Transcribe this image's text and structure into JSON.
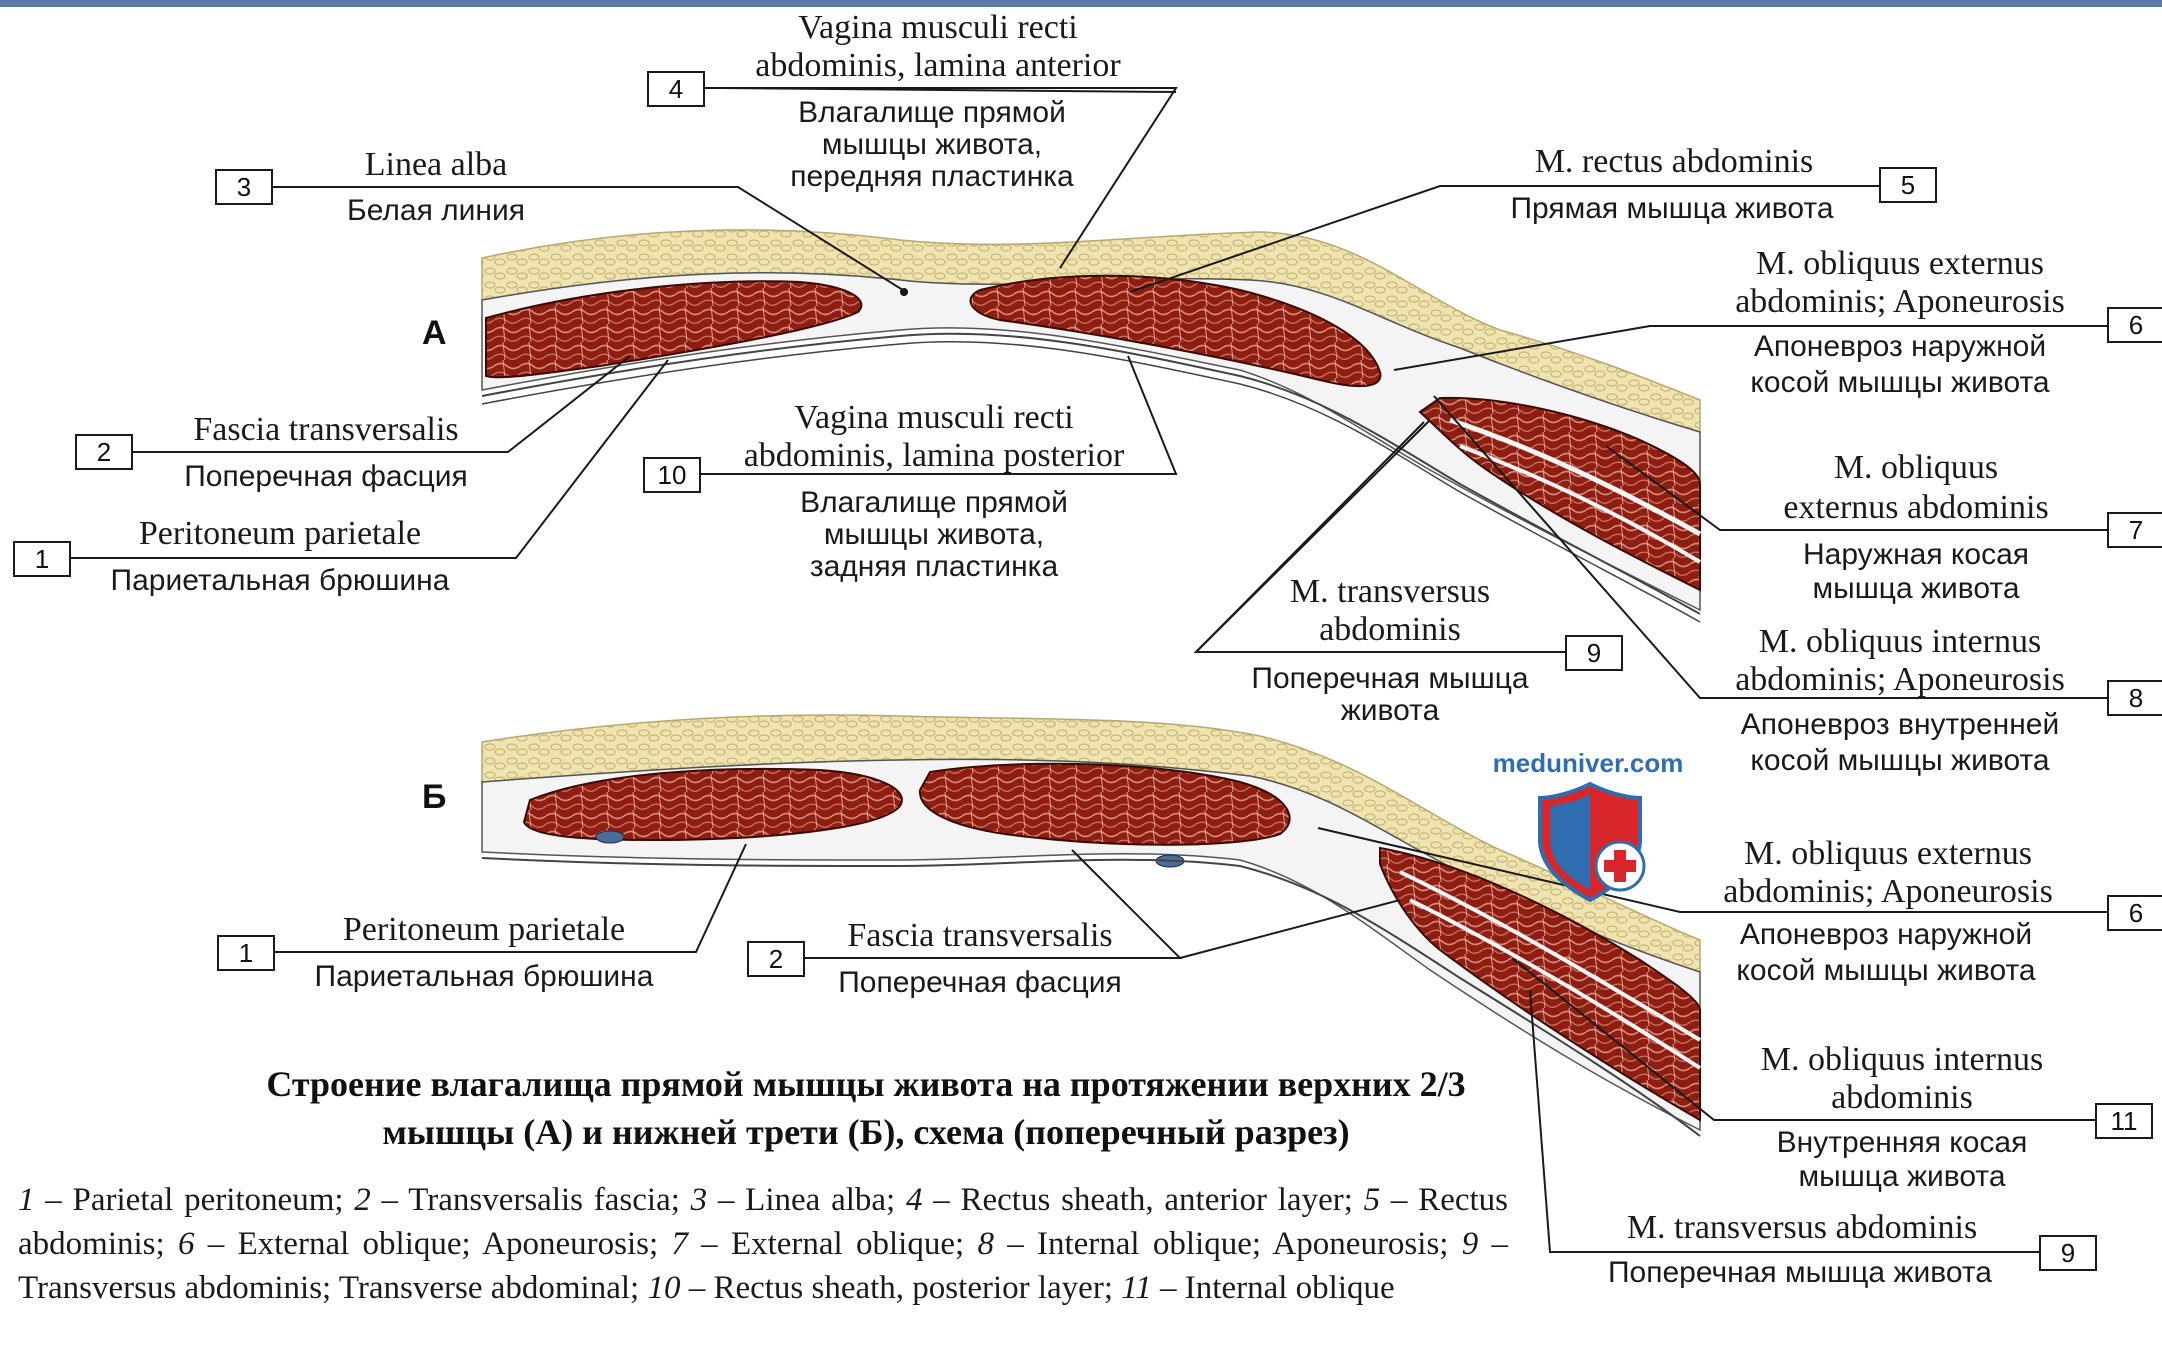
{
  "sections": {
    "a": "А",
    "b": "Б"
  },
  "watermark": "meduniver.com",
  "labels": {
    "a3": {
      "num": "3",
      "latin": [
        "Linea alba"
      ],
      "ru": [
        "Белая линия"
      ]
    },
    "a4": {
      "num": "4",
      "latin": [
        "Vagina musculi recti",
        "abdominis, lamina anterior"
      ],
      "ru": [
        "Влагалище прямой",
        "мышцы живота,",
        "передняя пластинка"
      ]
    },
    "a5": {
      "num": "5",
      "latin": [
        "M. rectus abdominis"
      ],
      "ru": [
        "Прямая мышца живота"
      ]
    },
    "a6": {
      "num": "6",
      "latin": [
        "M. obliquus externus",
        "abdominis; Aponeurosis"
      ],
      "ru": [
        "Апоневроз наружной",
        "косой мышцы живота"
      ]
    },
    "a7": {
      "num": "7",
      "latin": [
        "M. obliquus",
        "externus abdominis"
      ],
      "ru": [
        "Наружная косая",
        "мышца живота"
      ]
    },
    "a2": {
      "num": "2",
      "latin": [
        "Fascia transversalis"
      ],
      "ru": [
        "Поперечная фасция"
      ]
    },
    "a1": {
      "num": "1",
      "latin": [
        "Peritoneum parietale"
      ],
      "ru": [
        "Париетальная брюшина"
      ]
    },
    "a10": {
      "num": "10",
      "latin": [
        "Vagina musculi recti",
        "abdominis, lamina posterior"
      ],
      "ru": [
        "Влагалище прямой",
        "мышцы живота,",
        "задняя пластинка"
      ]
    },
    "a9": {
      "num": "9",
      "latin": [
        "M. transversus",
        "abdominis"
      ],
      "ru": [
        "Поперечная мышца",
        "живота"
      ]
    },
    "a8": {
      "num": "8",
      "latin": [
        "M. obliquus internus",
        "abdominis; Aponeurosis"
      ],
      "ru": [
        "Апоневроз внутренней",
        "косой мышцы живота"
      ]
    },
    "b6": {
      "num": "6",
      "latin": [
        "M. obliquus externus",
        "abdominis; Aponeurosis"
      ],
      "ru": [
        "Апоневроз наружной",
        "косой мышцы живота"
      ]
    },
    "b1": {
      "num": "1",
      "latin": [
        "Peritoneum parietale"
      ],
      "ru": [
        "Париетальная брюшина"
      ]
    },
    "b2": {
      "num": "2",
      "latin": [
        "Fascia transversalis"
      ],
      "ru": [
        "Поперечная фасция"
      ]
    },
    "b11": {
      "num": "11",
      "latin": [
        "M. obliquus internus",
        "abdominis"
      ],
      "ru": [
        "Внутренняя косая",
        "мышца живота"
      ]
    },
    "b9": {
      "num": "9",
      "latin": [
        "M. transversus abdominis"
      ],
      "ru": [
        "Поперечная мышца живота"
      ]
    }
  },
  "caption": {
    "line1": "Строение влагалища прямой мышцы живота на протяжении верхних 2/3",
    "line2": "мышцы (А) и нижней трети (Б), схема (поперечный разрез)"
  },
  "legend": [
    {
      "num": "1",
      "text": "Parietal peritoneum;"
    },
    {
      "num": "2",
      "text": "Transversalis fascia;"
    },
    {
      "num": "3",
      "text": "Linea alba;"
    },
    {
      "num": "4",
      "text": "Rectus sheath, anterior layer;"
    },
    {
      "num": "5",
      "text": "Rectus abdominis;"
    },
    {
      "num": "6",
      "text": "External oblique; Aponeurosis;"
    },
    {
      "num": "7",
      "text": "External oblique;"
    },
    {
      "num": "8",
      "text": "Internal oblique; Aponeurosis;"
    },
    {
      "num": "9",
      "text": "Transversus abdominis; Transverse abdominal;"
    },
    {
      "num": "10",
      "text": "Rectus sheath, posterior layer;"
    },
    {
      "num": "11",
      "text": "Internal oblique"
    }
  ],
  "colors": {
    "fat": "#efe3b0",
    "muscle": "#8e1d12",
    "muscle_line": "#d88a78",
    "fascia": "#f2f2f2",
    "watermark": "#2f6db0",
    "shield_red": "#d8262b"
  }
}
